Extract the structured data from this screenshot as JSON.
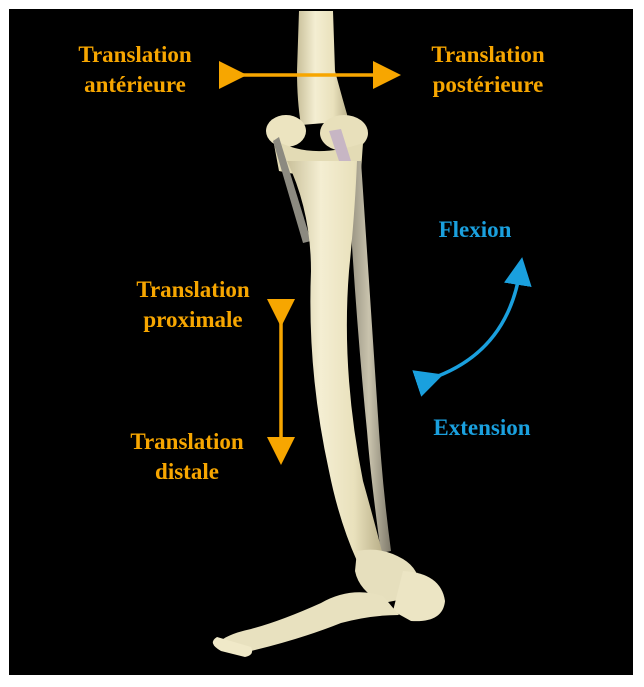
{
  "labels": {
    "anterior_line1": "Translation",
    "anterior_line2": "antérieure",
    "posterior_line1": "Translation",
    "posterior_line2": "postérieure",
    "proximal_line1": "Translation",
    "proximal_line2": "proximale",
    "distal_line1": "Translation",
    "distal_line2": "distale",
    "flexion": "Flexion",
    "extension": "Extension"
  },
  "colors": {
    "translation": "#f7a600",
    "rotation": "#1aa0de",
    "background": "#000000",
    "bone": "#efe8c6"
  }
}
